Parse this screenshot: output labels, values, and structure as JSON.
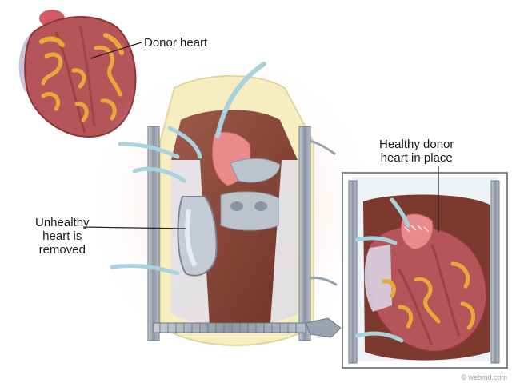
{
  "labels": {
    "donor_heart": "Donor heart",
    "unhealthy_line1": "Unhealthy",
    "unhealthy_line2": "heart is",
    "unhealthy_line3": "removed",
    "healthy_line1": "Healthy donor",
    "healthy_line2": "heart in place"
  },
  "credit": "© webmd.com",
  "colors": {
    "muscle": "#b5555a",
    "muscle_dark": "#8c3538",
    "fat": "#e7a93a",
    "vessel_pink": "#e98a8c",
    "vessel_gray": "#bcc3cc",
    "retractor": "#9aa4b0",
    "drape": "#f6edc0",
    "tube": "#a9d2df"
  }
}
